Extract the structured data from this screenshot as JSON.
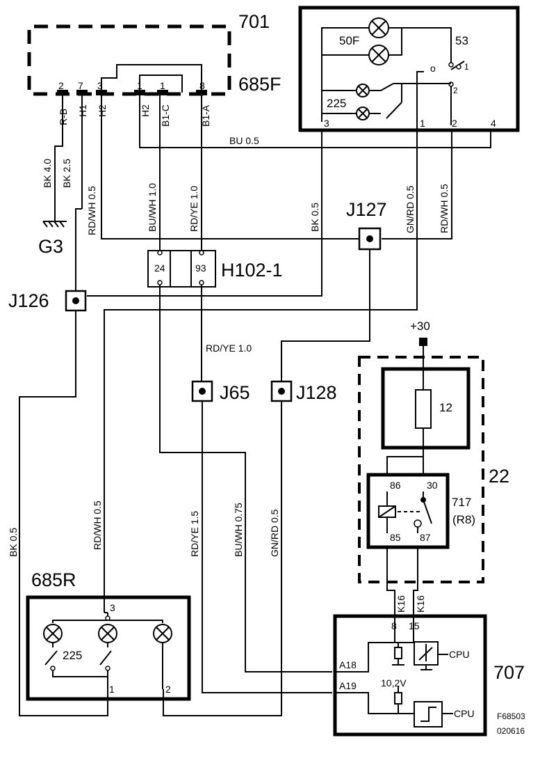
{
  "components": {
    "c701": "701",
    "c685f": "685F",
    "g3": "G3",
    "j126": "J126",
    "j127": "J127",
    "h102": "H102-1",
    "j65": "J65",
    "j128": "J128",
    "c685r": "685R",
    "c22": "22",
    "c707": "707",
    "c717": "717",
    "r8": "(R8)",
    "plus30": "+30",
    "fuse12": "12",
    "bulb50f": "50F",
    "bulb225_front": "225",
    "bulb225_rear": "225",
    "sw53": "53"
  },
  "connector_685f_pins": [
    "2",
    "7",
    "3",
    "1",
    "1",
    "8"
  ],
  "connector_685f_signals": [
    "R-B",
    "H1",
    "H2",
    "H2",
    "B1-C",
    "B1-A"
  ],
  "switch_701": {
    "pos_o": "o",
    "pos_1": "1",
    "pos_2": "2",
    "terminals": [
      "3",
      "1",
      "2",
      "4"
    ]
  },
  "h102_pins": [
    "24",
    "93"
  ],
  "relay_717_pins": [
    "86",
    "30",
    "85",
    "87"
  ],
  "relay_707_pins": [
    "8",
    "15"
  ],
  "k16_labels": [
    "K16",
    "K16"
  ],
  "module_707": {
    "a18": "A18",
    "a19": "A19",
    "voltage": "10,2V",
    "cpu1": "CPU",
    "cpu2": "CPU"
  },
  "rear_685r_pins": [
    "3",
    "1",
    "2"
  ],
  "wires": {
    "bk40": "BK 4.0",
    "bk25": "BK 2.5",
    "rdwh05_a": "RD/WH 0.5",
    "buwh10": "BU/WH 1.0",
    "rdye10_v": "RD/YE 1.0",
    "bu05": "BU 0.5",
    "bk05_top": "BK 0.5",
    "gnrd05_top": "GN/RD 0.5",
    "rdwh05_top": "RD/WH 0.5",
    "rdye10_h": "RD/YE 1.0",
    "bk05_left": "BK 0.5",
    "rdwh05_b": "RD/WH 0.5",
    "rdye15": "RD/YE 1.5",
    "buwh075": "BU/WH 0.75",
    "gnrd05_b": "GN/RD 0.5"
  },
  "footer": {
    "code": "F68503",
    "date": "020616"
  }
}
